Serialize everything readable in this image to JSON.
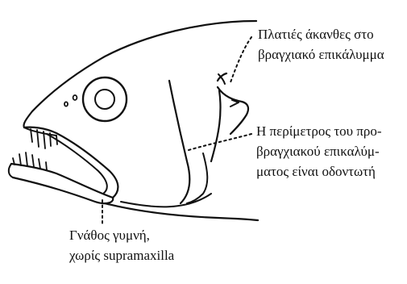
{
  "labels": {
    "spines": [
      "Πλατιές άκανθες στο",
      "βραγχιακό επικάλυμμα"
    ],
    "preopercle": [
      "Η περίμετρος του προ-",
      "βραγχιακού επικαλύμ-",
      "ματος είναι οδοντωτή"
    ],
    "jaw": [
      "Γνάθος γυμνή,",
      "χωρίς supramaxilla"
    ]
  },
  "colors": {
    "ink": "#111111",
    "background": "#ffffff"
  }
}
